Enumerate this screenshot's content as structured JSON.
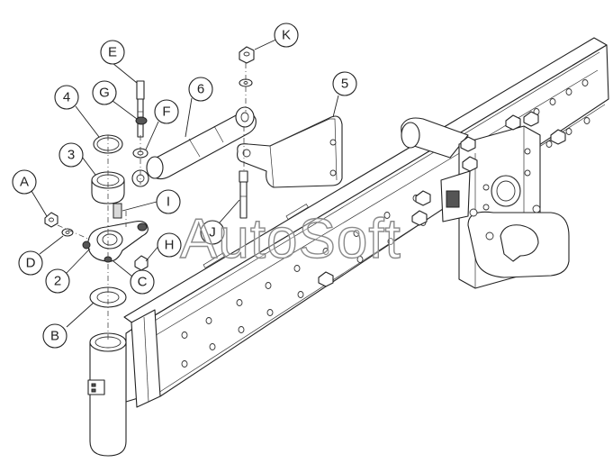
{
  "watermark": "AutoSoft",
  "callouts": [
    {
      "id": "k",
      "label": "K"
    },
    {
      "id": "e",
      "label": "E"
    },
    {
      "id": "g",
      "label": "G"
    },
    {
      "id": "4",
      "label": "4"
    },
    {
      "id": "6",
      "label": "6"
    },
    {
      "id": "5",
      "label": "5"
    },
    {
      "id": "f",
      "label": "F"
    },
    {
      "id": "3",
      "label": "3"
    },
    {
      "id": "a",
      "label": "A"
    },
    {
      "id": "i",
      "label": "I"
    },
    {
      "id": "j",
      "label": "J"
    },
    {
      "id": "d",
      "label": "D"
    },
    {
      "id": "h",
      "label": "H"
    },
    {
      "id": "2",
      "label": "2"
    },
    {
      "id": "c",
      "label": "C"
    },
    {
      "id": "b",
      "label": "B"
    }
  ]
}
